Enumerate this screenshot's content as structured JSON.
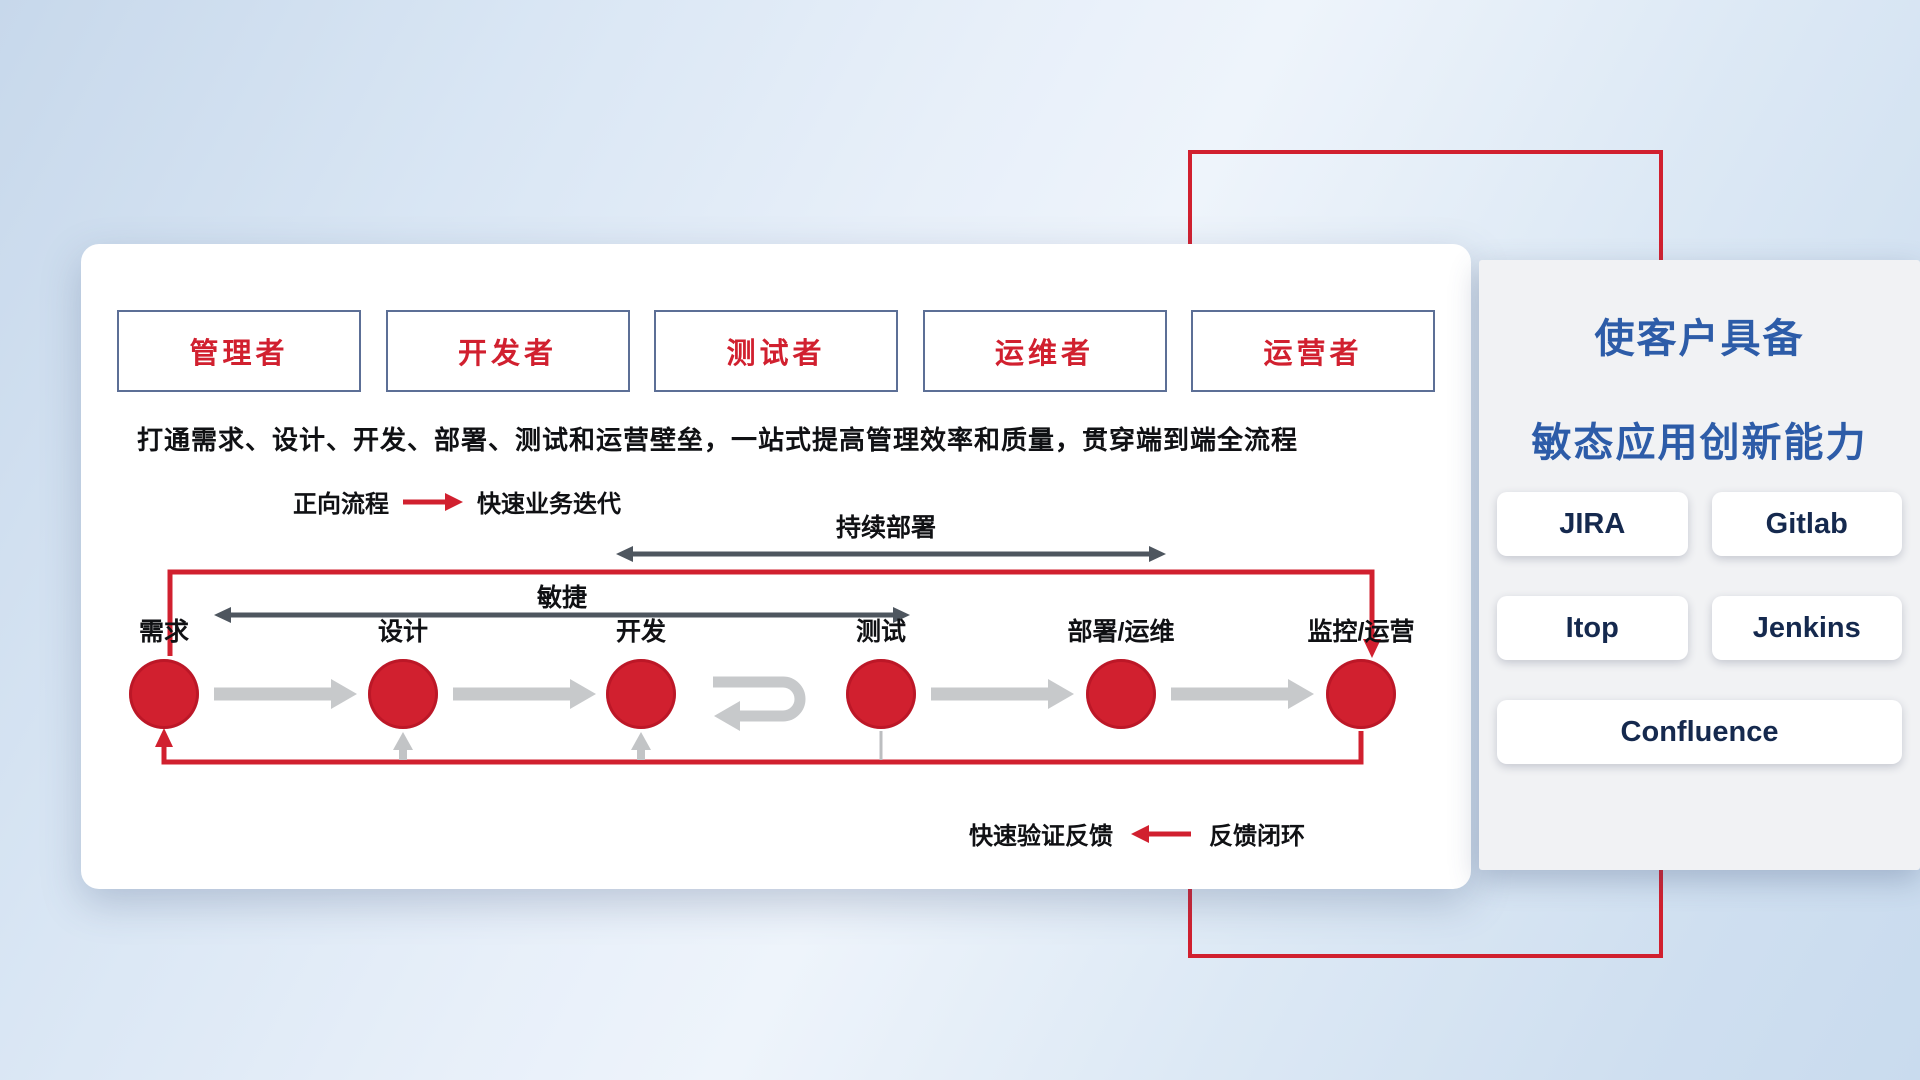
{
  "roles": [
    "管理者",
    "开发者",
    "测试者",
    "运维者",
    "运营者"
  ],
  "subtitle": "打通需求、设计、开发、部署、测试和运营壁垒，一站式提高管理效率和质量，贯穿端到端全流程",
  "legend_forward": {
    "label": "正向流程",
    "desc": "快速业务迭代"
  },
  "legend_feedback": {
    "desc": "快速验证反馈",
    "label": "反馈闭环"
  },
  "flow": {
    "cd_label": "持续部署",
    "agile_label": "敏捷",
    "stages": [
      "需求",
      "设计",
      "开发",
      "测试",
      "部署/运维",
      "监控/运营"
    ]
  },
  "panel": {
    "title_line1": "使客户具备",
    "title_line2": "敏态应用创新能力",
    "tools": [
      "JIRA",
      "Gitlab",
      "Itop",
      "Jenkins",
      "Confluence"
    ]
  },
  "colors": {
    "accent_red": "#d1202f",
    "title_blue": "#2d5ca8",
    "dark_arrow": "#4e565f",
    "gray_arrow": "#c7c9cb",
    "tool_text": "#15294e"
  }
}
